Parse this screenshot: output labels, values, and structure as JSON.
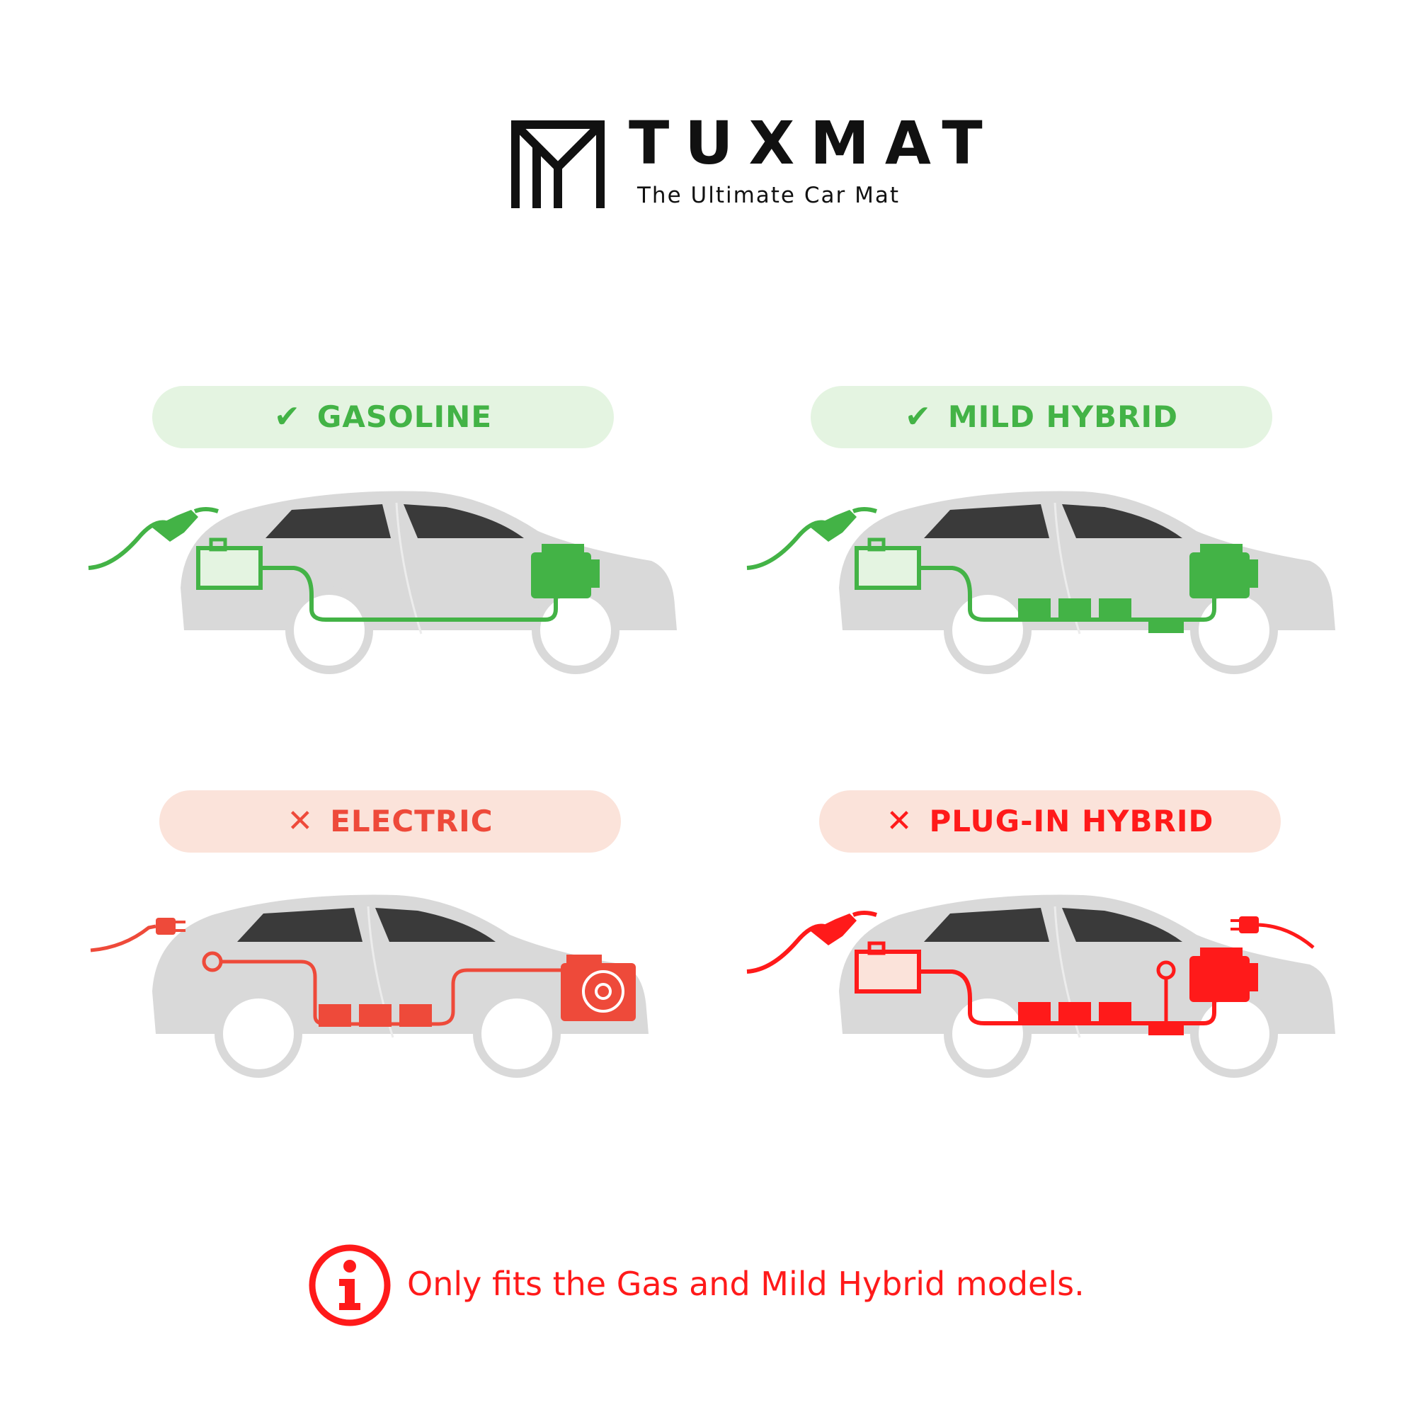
{
  "brand": {
    "name": "TUXMAT",
    "tagline": "The Ultimate Car Mat",
    "logo_icon": "tm-monogram-icon"
  },
  "colors": {
    "compatible": "#43b346",
    "compatible_bg": "#e4f4e1",
    "incompatible": "#ff1a1a",
    "electric": "#ee4a3a",
    "incompatible_bg": "#fbe3da",
    "car_body": "#d9d9d9",
    "window": "#3a3a3a"
  },
  "categories": [
    {
      "label": "GASOLINE",
      "status": "compatible",
      "status_icon": "checkmark-icon",
      "status_glyph": "✔",
      "source_icon": "fuel-nozzle-icon"
    },
    {
      "label": "MILD HYBRID",
      "status": "compatible",
      "status_icon": "checkmark-icon",
      "status_glyph": "✔",
      "source_icon": "fuel-nozzle-icon"
    },
    {
      "label": "ELECTRIC",
      "status": "incompatible",
      "status_icon": "cross-icon",
      "status_glyph": "✕",
      "source_icon": "electric-plug-icon"
    },
    {
      "label": "PLUG-IN HYBRID",
      "status": "incompatible",
      "status_icon": "cross-icon",
      "status_glyph": "✕",
      "source_icon": "fuel-nozzle-and-plug-icon"
    }
  ],
  "note": {
    "icon": "info-icon",
    "text": "Only fits the Gas and Mild Hybrid models."
  }
}
